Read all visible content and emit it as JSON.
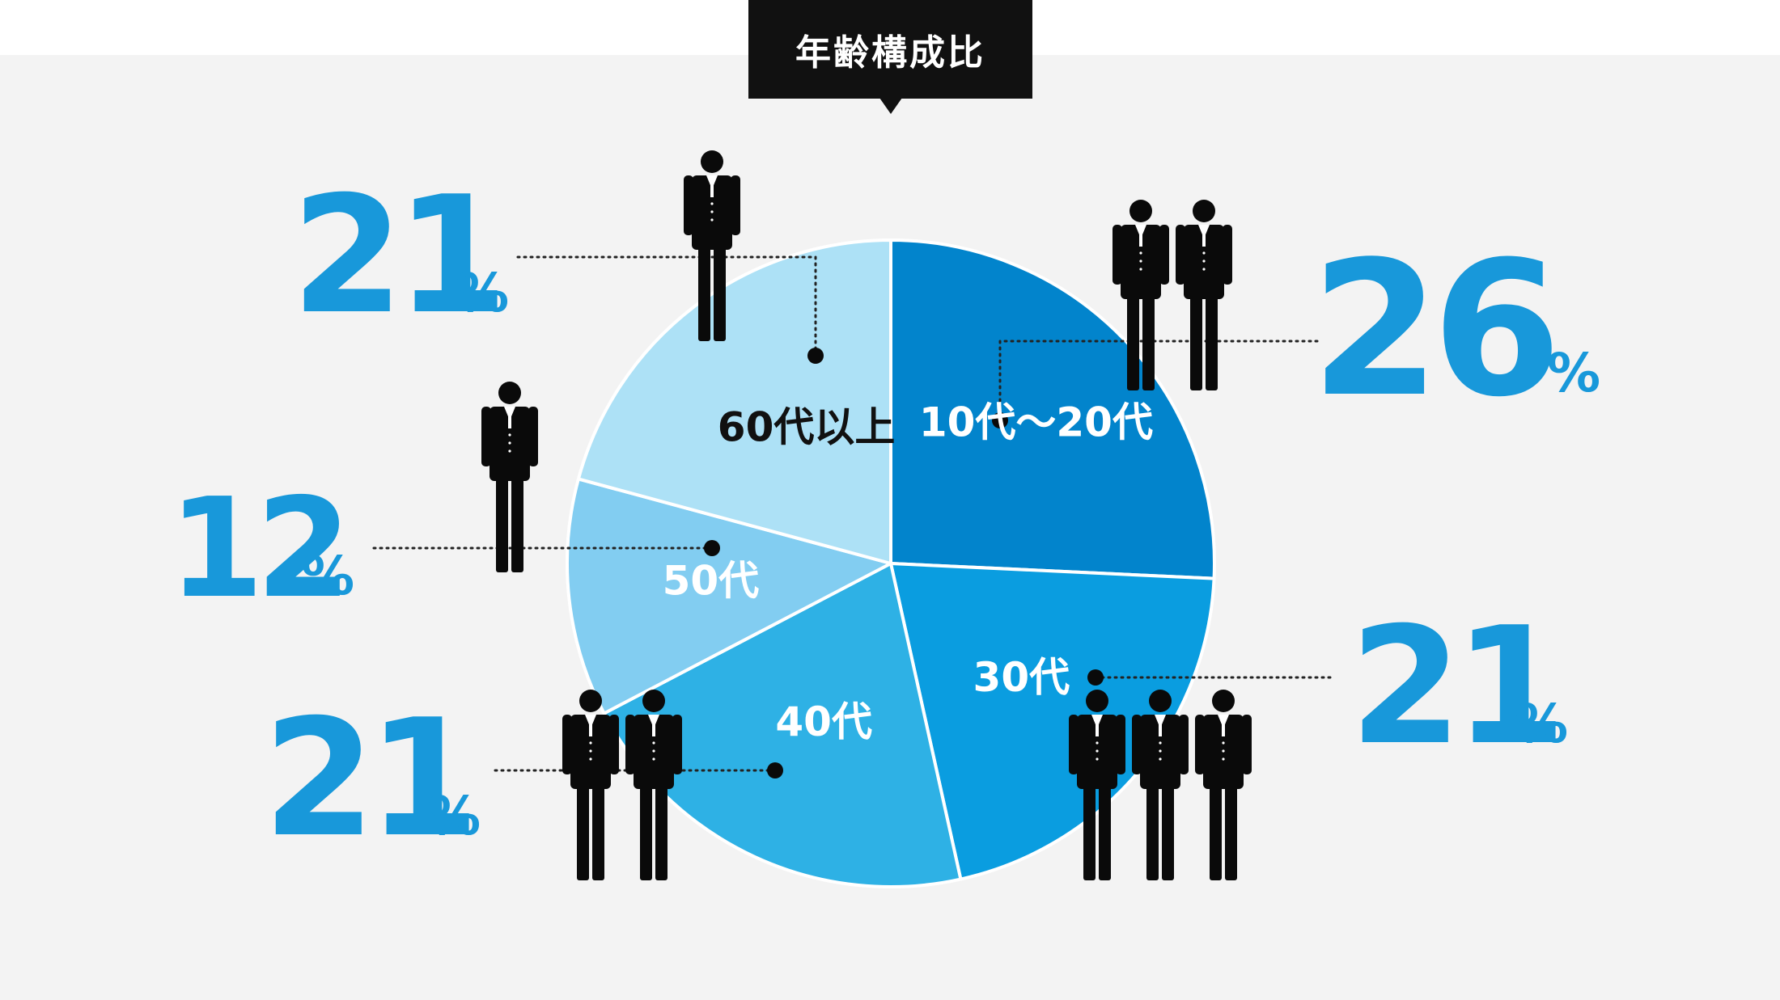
{
  "title": "年齢構成比",
  "colors": {
    "accent": "#1898da",
    "background": "#f3f3f3",
    "title_bg": "#111111",
    "person": "#0a0a0a"
  },
  "chart_data": {
    "type": "pie",
    "title": "年齢構成比",
    "unit": "%",
    "slices": [
      {
        "label": "10代〜20代",
        "value": 26,
        "color": "#0284cc",
        "label_color": "#ffffff",
        "people": 2
      },
      {
        "label": "30代",
        "value": 21,
        "color": "#0a9de0",
        "label_color": "#ffffff",
        "people": 3
      },
      {
        "label": "40代",
        "value": 21,
        "color": "#2eb1e5",
        "label_color": "#ffffff",
        "people": 2
      },
      {
        "label": "50代",
        "value": 12,
        "color": "#82cdf1",
        "label_color": "#ffffff",
        "people": 1
      },
      {
        "label": "60代以上",
        "value": 21,
        "color": "#ade1f6",
        "label_color": "#111111",
        "people": 1
      }
    ],
    "percent_labels": [
      "26",
      "21",
      "21",
      "12",
      "21"
    ],
    "percent_symbol": "%",
    "legend": "none"
  }
}
